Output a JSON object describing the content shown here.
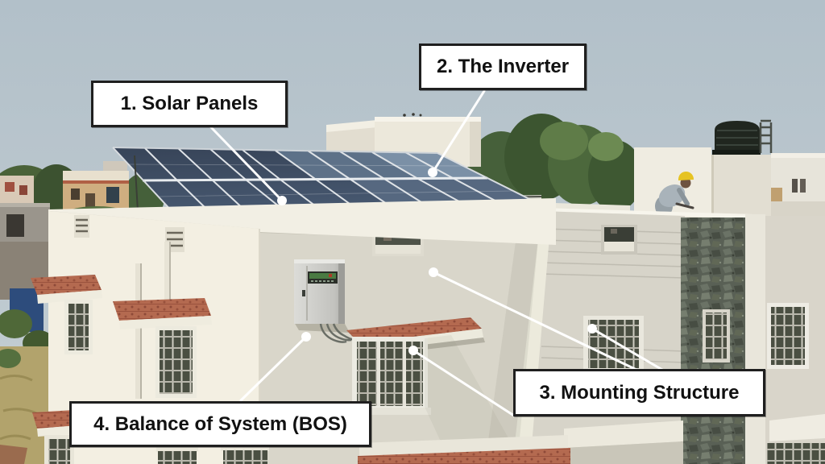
{
  "figure": {
    "type": "annotated-photograph",
    "subject": "Rooftop grid-tied solar PV installation on a white building",
    "callouts": [
      {
        "id": 1,
        "text": "1. Solar Panels"
      },
      {
        "id": 2,
        "text": "2. The Inverter"
      },
      {
        "id": 3,
        "text": "3. Mounting Structure"
      },
      {
        "id": 4,
        "text": "4. Balance of System (BOS)"
      }
    ],
    "scene_elements": [
      "solar-panel-array",
      "mounting-truss",
      "inverter-bos-cabinet",
      "window-awnings",
      "worker-with-yellow-helmet",
      "black-water-tank",
      "stone-clad-column",
      "background-houses",
      "trees",
      "hazy-sky"
    ],
    "colors": {
      "sky": "#b7c4cc",
      "panel_dark": "#3f4e61",
      "panel_reflection": "#7b90a6",
      "building_lit": "#f3efe2",
      "building_shade": "#d9d6ca",
      "awning_tile": "#b46a50",
      "stone_cladding": "#5c6158",
      "water_tank": "#20261f",
      "helmet": "#e6c322",
      "label_background": "#ffffff",
      "label_border": "#1f1f1f",
      "leader_line": "#ffffff"
    }
  }
}
